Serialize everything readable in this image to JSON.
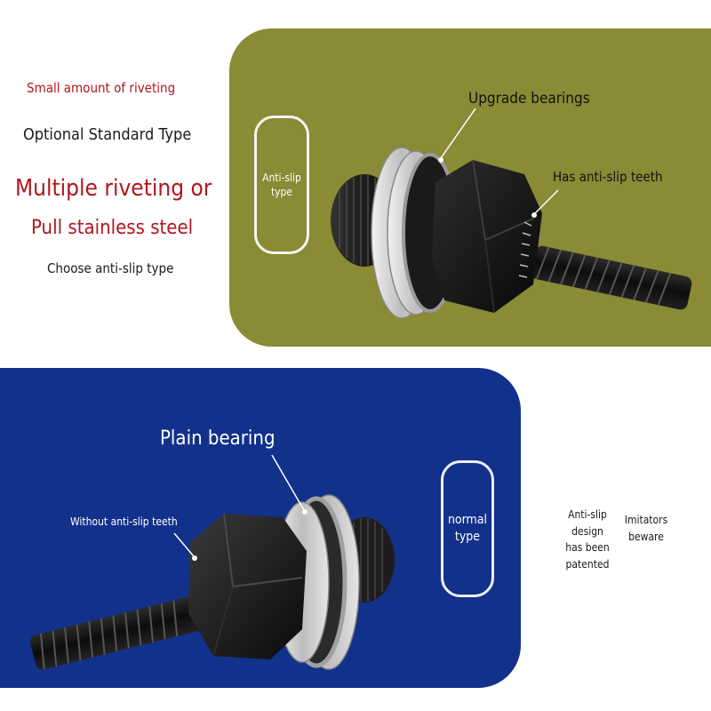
{
  "left_notes": {
    "line1": "Small amount of riveting",
    "line2": "Optional Standard Type",
    "line3": "Multiple riveting or",
    "line4": "Pull stainless steel",
    "line5": "Choose anti-slip type"
  },
  "antislip_panel": {
    "pill_label": "Anti-slip\ntype",
    "callout_top": "Upgrade bearings",
    "callout_right": "Has anti-slip teeth"
  },
  "normal_panel": {
    "pill_label": "normal\ntype",
    "callout_top": "Plain bearing",
    "callout_left": "Without anti-slip teeth"
  },
  "right_notes": {
    "patent": "Anti-slip\ndesign\nhas been\npatented",
    "warning": "Imitators\nbeware"
  },
  "colors": {
    "olive": "#8b8a35",
    "blue": "#12318a",
    "red_text": "#b3161d"
  }
}
